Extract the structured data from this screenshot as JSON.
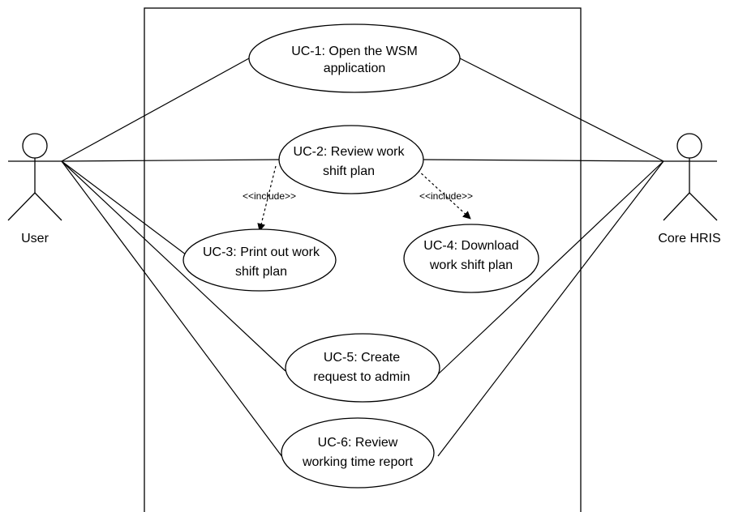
{
  "diagram": {
    "type": "use-case",
    "actors": [
      {
        "id": "user",
        "label": "User"
      },
      {
        "id": "core_hris",
        "label": "Core HRIS"
      }
    ],
    "use_cases": [
      {
        "id": "uc1",
        "lines": [
          "UC-1: Open the WSM",
          "application"
        ]
      },
      {
        "id": "uc2",
        "lines": [
          "UC-2: Review work",
          "shift plan"
        ]
      },
      {
        "id": "uc3",
        "lines": [
          "UC-3: Print out work",
          "shift plan"
        ]
      },
      {
        "id": "uc4",
        "lines": [
          "UC-4: Download",
          "work shift plan"
        ]
      },
      {
        "id": "uc5",
        "lines": [
          "UC-5: Create",
          "request to admin"
        ]
      },
      {
        "id": "uc6",
        "lines": [
          "UC-6: Review",
          "working time report"
        ]
      }
    ],
    "associations": [
      {
        "from": "user",
        "to": "uc1"
      },
      {
        "from": "user",
        "to": "uc2"
      },
      {
        "from": "user",
        "to": "uc3"
      },
      {
        "from": "user",
        "to": "uc5"
      },
      {
        "from": "user",
        "to": "uc6"
      },
      {
        "from": "core_hris",
        "to": "uc1"
      },
      {
        "from": "core_hris",
        "to": "uc2"
      },
      {
        "from": "core_hris",
        "to": "uc5"
      },
      {
        "from": "core_hris",
        "to": "uc6"
      }
    ],
    "includes": [
      {
        "from": "uc2",
        "to": "uc3",
        "label": "<<include>>"
      },
      {
        "from": "uc2",
        "to": "uc4",
        "label": "<<include>>"
      }
    ],
    "colors": {
      "stroke": "#000000",
      "fill": "#ffffff"
    }
  }
}
